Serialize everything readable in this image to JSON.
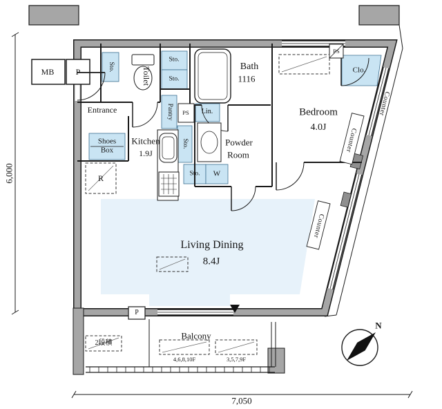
{
  "labels": {
    "mb": "MB",
    "p": "P",
    "ps": "PS",
    "sto": "Sto.",
    "toilet": "Toilet",
    "bath": "Bath",
    "bath_size": "1116",
    "clo": "Clo.",
    "bedroom": "Bedroom",
    "bedroom_size": "4.0J",
    "counter": "Counter",
    "entrance": "Entrance",
    "shoes_1": "Shoes",
    "shoes_2": "Box",
    "kitchen": "Kitchen",
    "kitchen_size": "1.9J",
    "pantry": "Pantry",
    "lin": "Lin.",
    "powder_1": "Powder",
    "powder_2": "Room",
    "r": "R",
    "w": "W",
    "living_dining": "Living Dining",
    "living_dining_size": "8.4J",
    "balcony": "Balcony",
    "floors_a": "4,6,8,10F",
    "floors_b": "3,5,7,9F",
    "stacked": "2段積",
    "north": "N"
  },
  "dimensions": {
    "height": "6,000",
    "width": "7,050"
  },
  "colors": {
    "wall_gray": "#a6a6a6",
    "line_black": "#1a1a1a",
    "storage_blue": "#c9e4f3",
    "living_blue": "#e7f2fa"
  }
}
